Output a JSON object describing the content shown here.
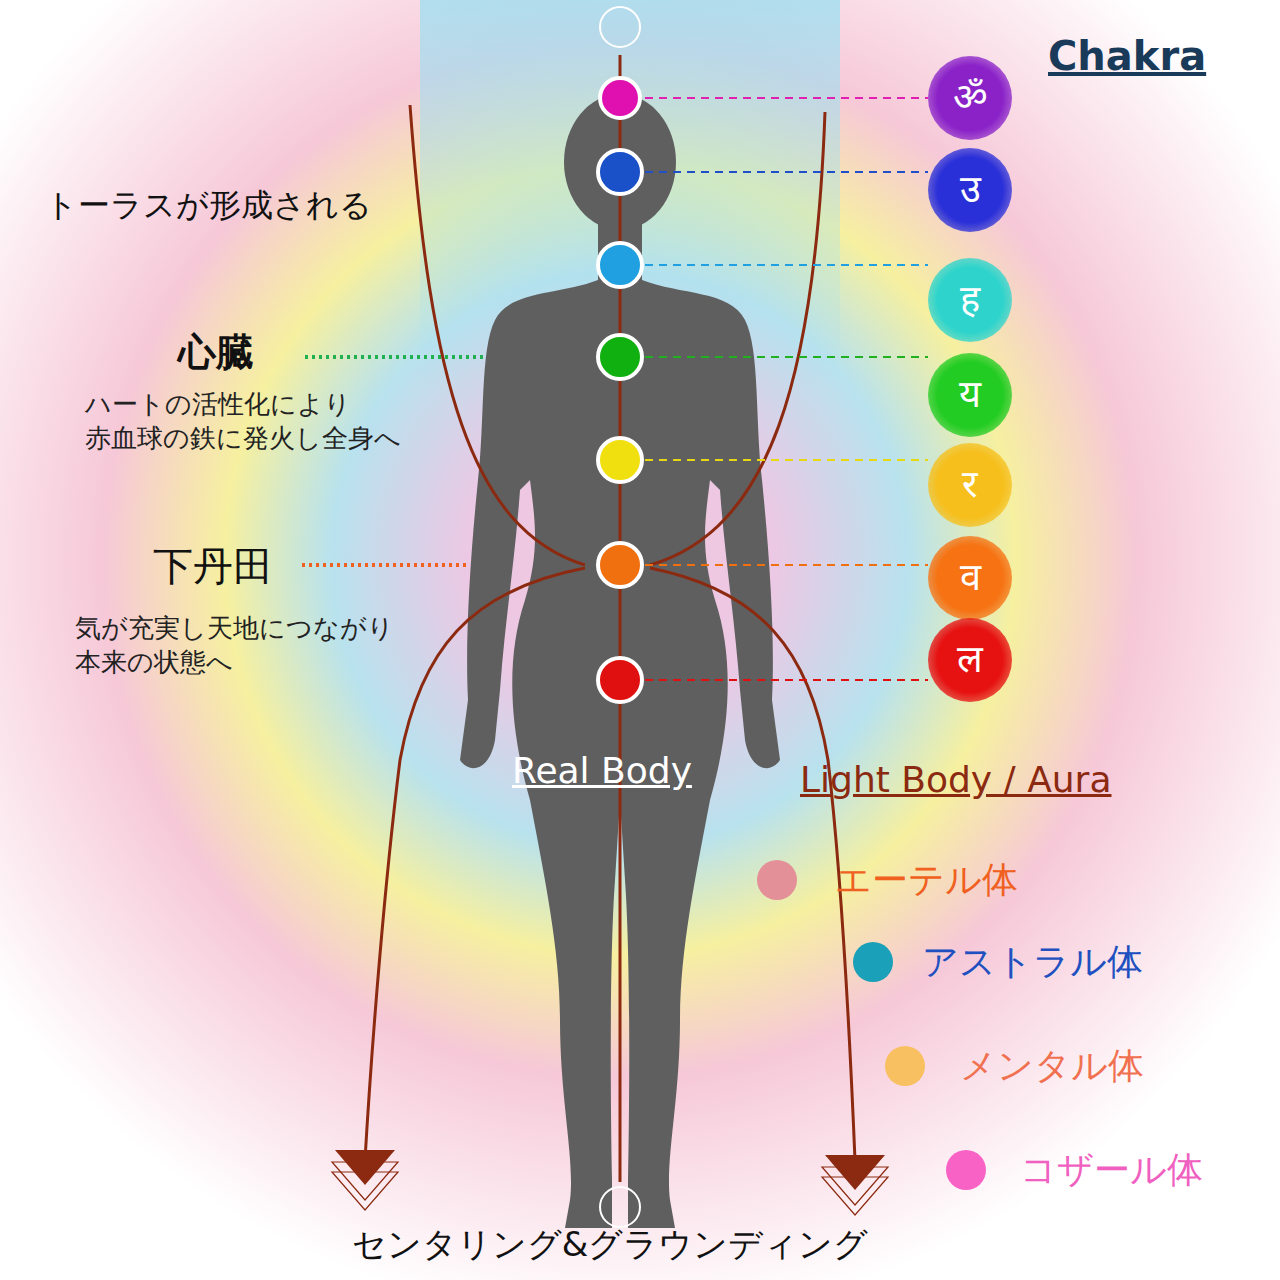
{
  "diagram": {
    "title": "Chakra",
    "nodes": [
      {
        "text": [
          "ॐ"
        ]
      },
      {
        "text": [
          "उ"
        ]
      },
      {
        "text": [
          "ह"
        ]
      },
      {
        "text": [
          "य"
        ]
      },
      {
        "text": [
          "र"
        ]
      },
      {
        "text": [
          "व"
        ]
      },
      {
        "text": [
          "ल"
        ]
      }
    ],
    "labels": [
      "トーラスが形成される",
      "心臓",
      "ハートの活性化により 赤血球の鉄に発火し全身へ",
      "下丹田",
      "気が充実し天地につながり 本来の状態へ",
      "Real Body",
      "Light Body / Aura",
      "センタリング&グラウンディング"
    ],
    "legend": [
      {
        "text": "エーテル体",
        "color": "#e39098"
      },
      {
        "text": "アストラル体",
        "color": "#1aa0b8"
      },
      {
        "text": "メンタル体",
        "color": "#f8c060"
      },
      {
        "text": "コザール体",
        "color": "#f862c4"
      }
    ]
  }
}
